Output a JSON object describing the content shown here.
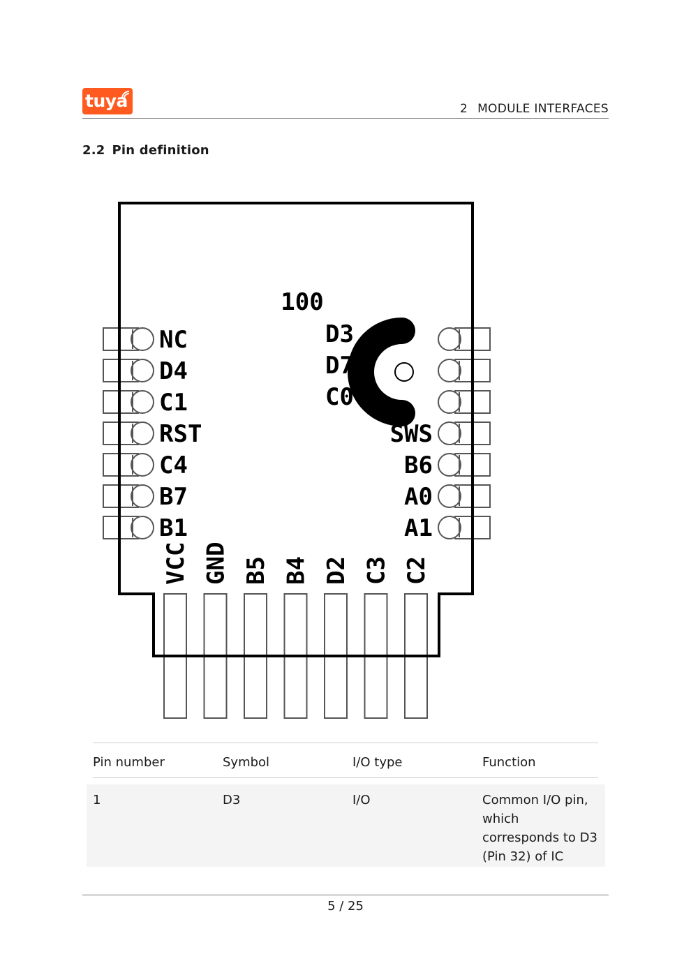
{
  "header": {
    "logo_text": "tuya",
    "chapter_number": "2",
    "chapter_title": "MODULE INTERFACES"
  },
  "section": {
    "number": "2.2",
    "title": "Pin definition"
  },
  "diagram": {
    "top_label": "100",
    "left_pins": [
      "NC",
      "D4",
      "C1",
      "RST",
      "C4",
      "B7",
      "B1"
    ],
    "right_pins": [
      "SWS",
      "B6",
      "A0",
      "A1"
    ],
    "antenna_labels": [
      "D3",
      "D7",
      "C0"
    ],
    "bottom_pins": [
      "VCC",
      "GND",
      "B5",
      "B4",
      "D2",
      "C3",
      "C2"
    ]
  },
  "table": {
    "headers": [
      "Pin number",
      "Symbol",
      "I/O type",
      "Function"
    ],
    "rows": [
      {
        "pin": "1",
        "symbol": "D3",
        "io": "I/O",
        "function_lines": [
          "Common I/O pin,",
          "which",
          "corresponds to D3",
          "(Pin 32) of IC"
        ]
      }
    ]
  },
  "footer": {
    "page": "5 / 25"
  },
  "colors": {
    "brand": "#ff5a1f"
  }
}
